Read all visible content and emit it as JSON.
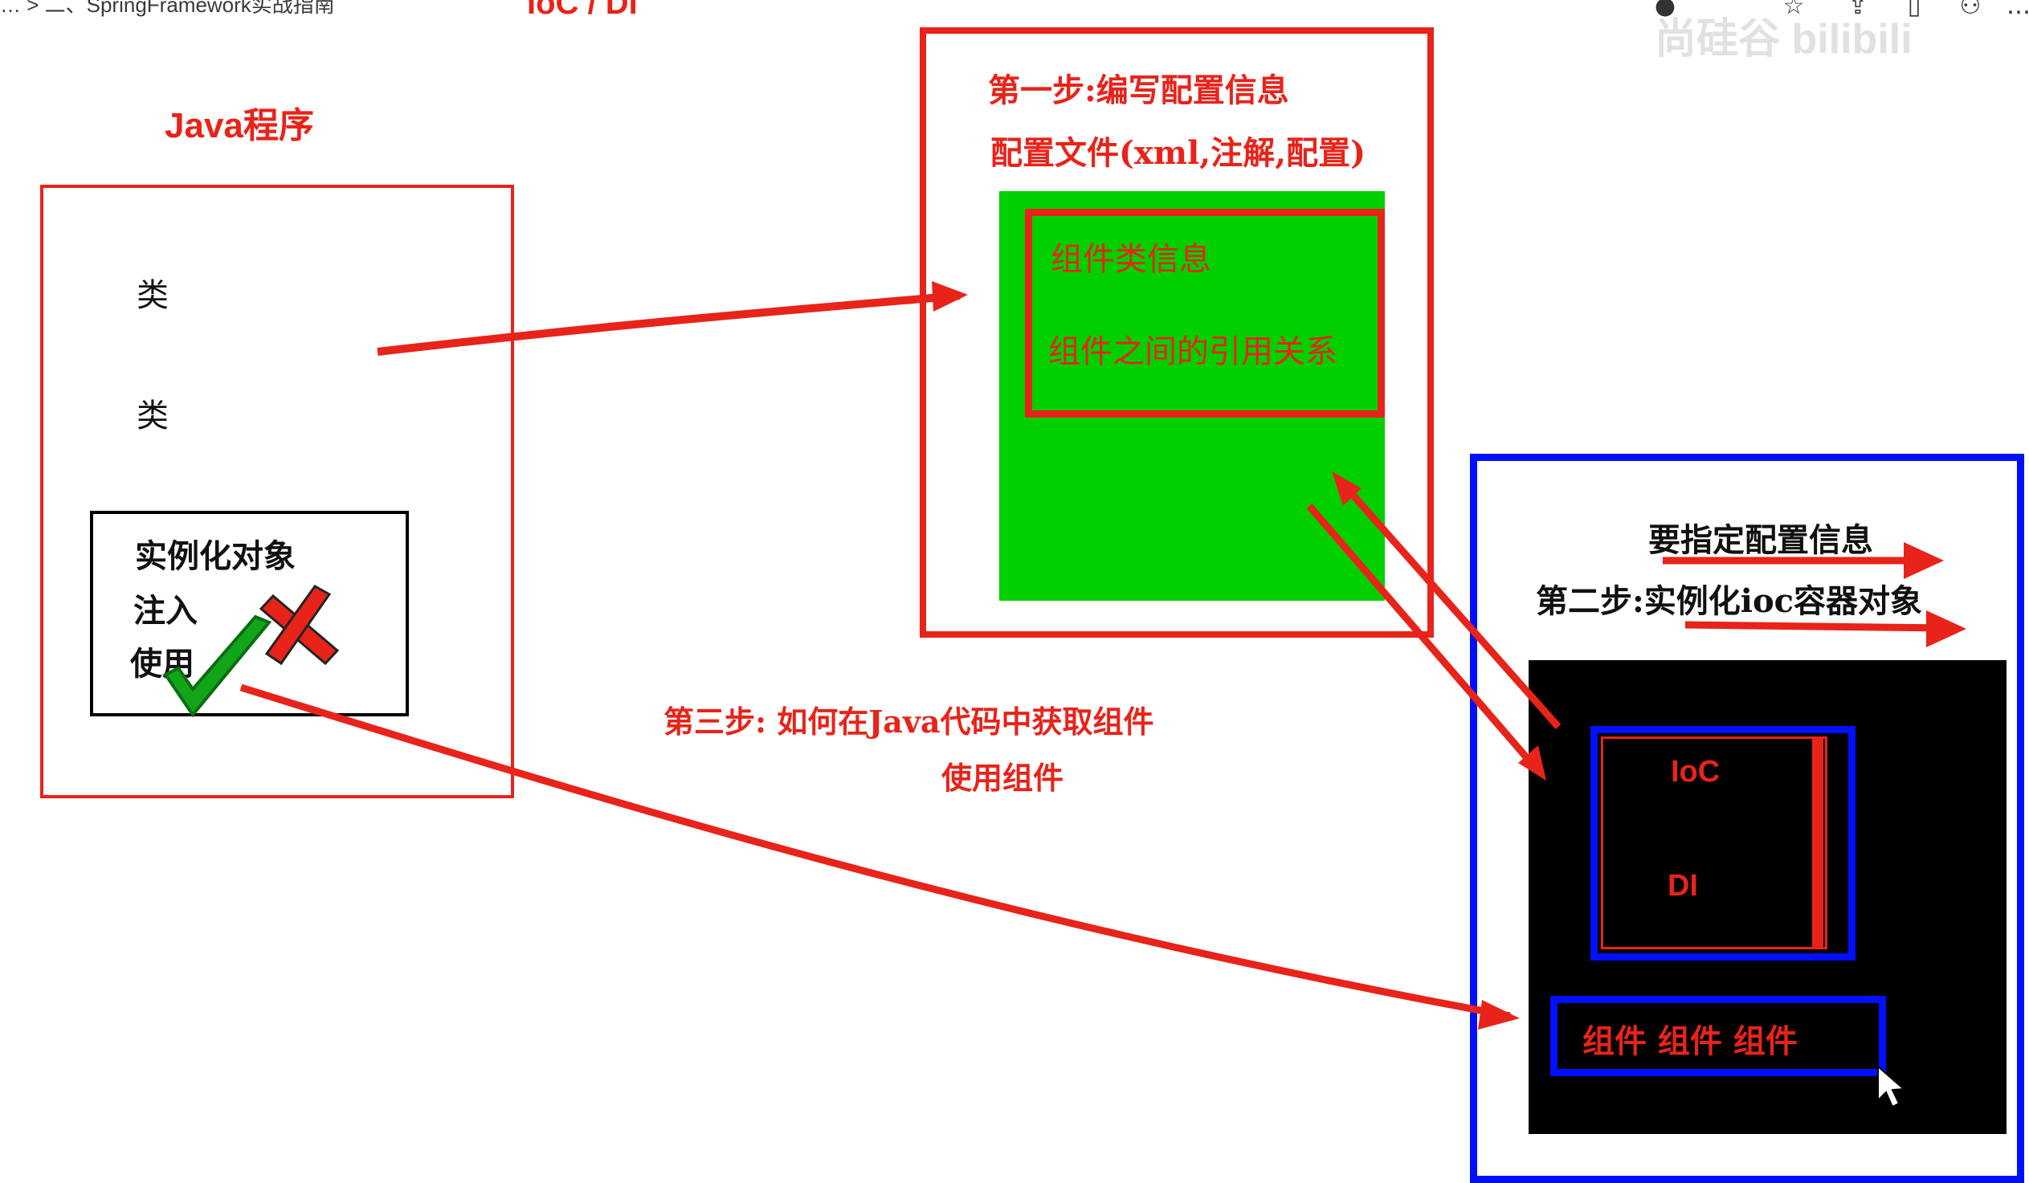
{
  "header": {
    "breadcrumb": "… > 二、SpringFramework实战指南",
    "title": "IoC / DI",
    "watermark": "尚硅谷 bilibili"
  },
  "java_program": {
    "title": "Java程序",
    "items": [
      "类",
      "类"
    ],
    "instance_box": {
      "line1": "实例化对象",
      "line2": "注入",
      "line3": "使用"
    }
  },
  "step1": {
    "title": "第一步:编写配置信息",
    "subtitle": "配置文件(xml,注解,配置)",
    "green_box": {
      "line1": "组件类信息",
      "line2": "组件之间的引用关系"
    }
  },
  "step3": {
    "line1": "第三步: 如何在Java代码中获取组件",
    "line2": "使用组件"
  },
  "container": {
    "spec_text": "要指定配置信息",
    "step2_text": "第二步:实例化ioc容器对象",
    "ioc_label": "IoC",
    "di_label": "DI",
    "components": "组件  组件  组件"
  },
  "colors": {
    "red": "#e8231a",
    "green": "#00d000",
    "blue": "#0010ff",
    "black": "#000000"
  },
  "icons": [
    "check-icon",
    "cross-icon",
    "mouse-cursor-icon"
  ]
}
